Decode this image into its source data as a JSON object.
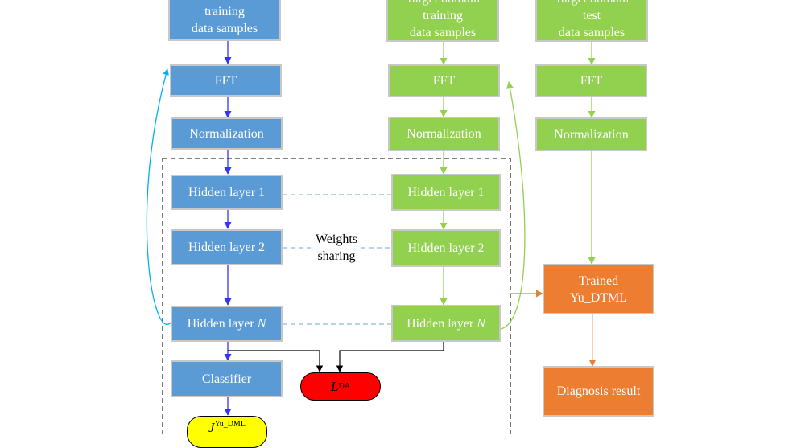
{
  "diagram": {
    "source_column": {
      "color": "#5b9bd5",
      "arrow_color": "#3333ff",
      "nodes": [
        {
          "id": "src-samples",
          "text": "training\ndata samples"
        },
        {
          "id": "src-fft",
          "text": "FFT"
        },
        {
          "id": "src-norm",
          "text": "Normalization"
        },
        {
          "id": "src-h1",
          "text": "Hidden layer 1"
        },
        {
          "id": "src-h2",
          "text": "Hidden layer 2"
        },
        {
          "id": "src-hn",
          "text": "Hidden layer ",
          "italic_suffix": "N"
        },
        {
          "id": "src-classifier",
          "text": "Classifier"
        }
      ]
    },
    "target_train_column": {
      "color": "#92d050",
      "nodes": [
        {
          "id": "tgt-samples",
          "text": "Target domain\ntraining\ndata samples"
        },
        {
          "id": "tgt-fft",
          "text": "FFT"
        },
        {
          "id": "tgt-norm",
          "text": "Normalization"
        },
        {
          "id": "tgt-h1",
          "text": "Hidden layer 1"
        },
        {
          "id": "tgt-h2",
          "text": "Hidden layer 2"
        },
        {
          "id": "tgt-hn",
          "text": "Hidden layer ",
          "italic_suffix": "N"
        }
      ]
    },
    "target_test_column": {
      "color": "#92d050",
      "nodes": [
        {
          "id": "test-samples",
          "text": "Target domain\ntest\ndata samples"
        },
        {
          "id": "test-fft",
          "text": "FFT"
        },
        {
          "id": "test-norm",
          "text": "Normalization"
        }
      ]
    },
    "result_column": {
      "color": "#ed7d31",
      "nodes": [
        {
          "id": "trained-model",
          "text": "Trained\nYu_DTML"
        },
        {
          "id": "diagnosis",
          "text": "Diagnosis result"
        }
      ]
    },
    "losses": {
      "lda": {
        "symbol": "L",
        "subscript": "DA",
        "color": "#ff0000"
      },
      "jyu": {
        "symbol": "J",
        "subscript": "Yu_DML",
        "color": "#ffff00"
      }
    },
    "weights_sharing_label": "Weights\nsharing"
  }
}
